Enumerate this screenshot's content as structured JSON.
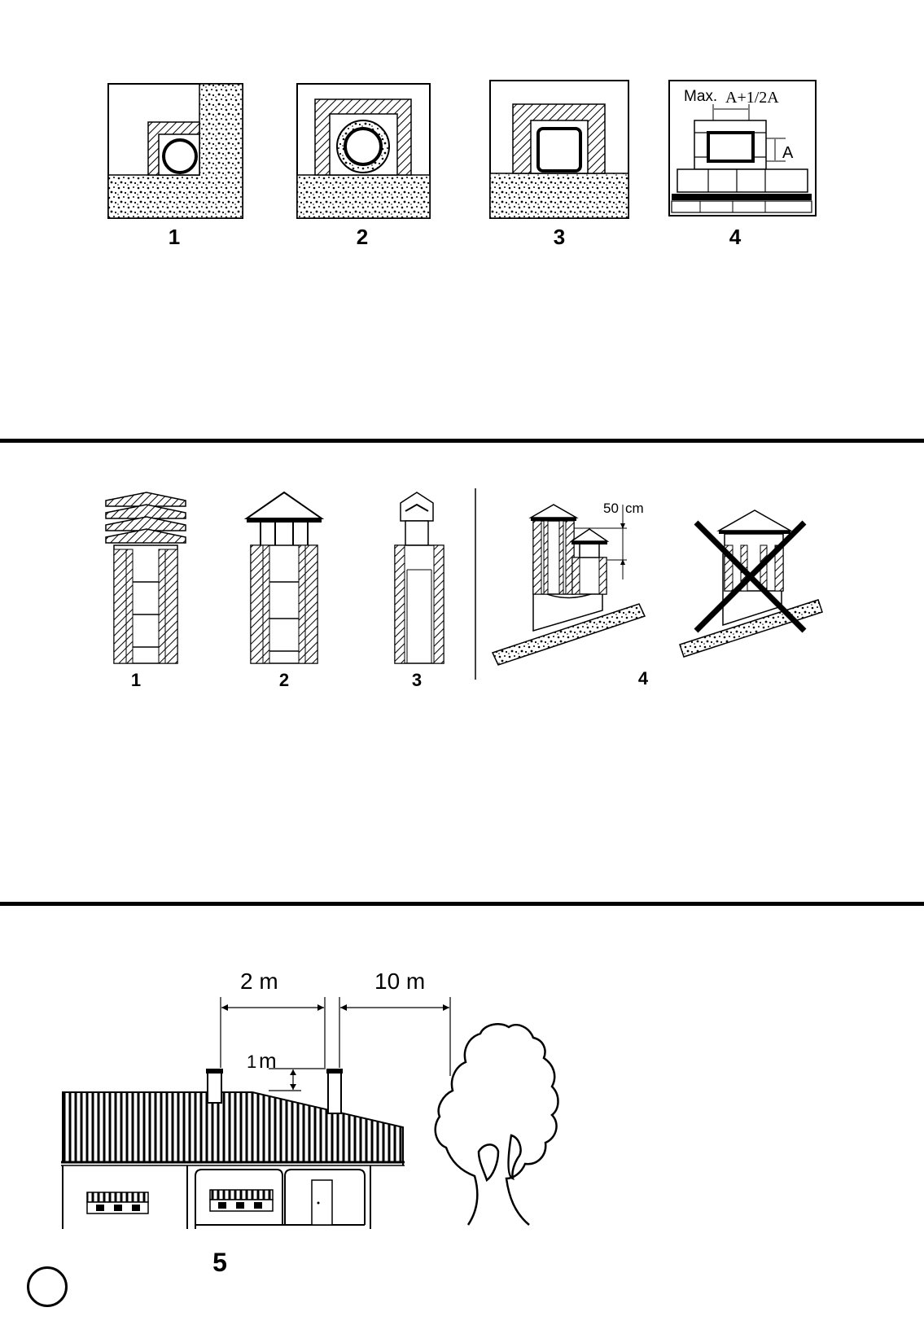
{
  "panel1": {
    "figures": [
      {
        "number": "1"
      },
      {
        "number": "2"
      },
      {
        "number": "3"
      },
      {
        "number": "4",
        "max_label": "Max.",
        "formula_label": "A+1/2A",
        "dimension_label": "A"
      }
    ]
  },
  "panel2": {
    "figures": [
      {
        "number": "1"
      },
      {
        "number": "2"
      },
      {
        "number": "3"
      },
      {
        "number": "4",
        "height_label_value": "50",
        "height_label_unit": "cm"
      }
    ]
  },
  "panel3": {
    "figure_number": "5",
    "distance_chimney_label": "2 m",
    "distance_tree_label": "10 m",
    "height_label_value": "1",
    "height_label_unit": "m"
  },
  "footer": {
    "page_circle": ""
  }
}
